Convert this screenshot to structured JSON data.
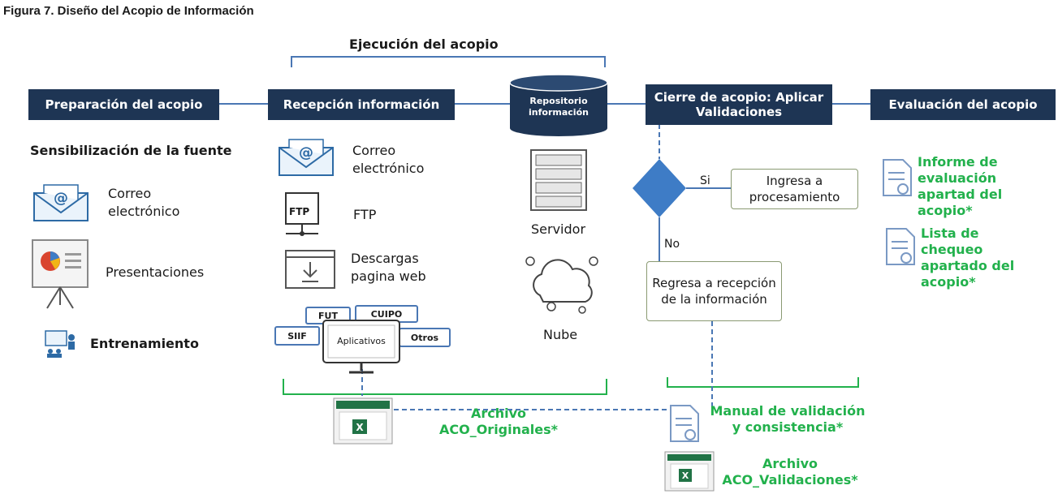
{
  "figure_title": "Figura 7. Diseño del Acopio de Información",
  "execution_label": "Ejecución del acopio",
  "stages": {
    "preparation": "Preparación del acopio",
    "reception": "Recepción información",
    "repository": "Repositorio información",
    "closing": "Cierre de acopio: Aplicar Validaciones",
    "evaluation": "Evaluación del acopio"
  },
  "preparation": {
    "heading": "Sensibilización de la fuente",
    "email": "Correo electrónico",
    "presentations": "Presentaciones",
    "training": "Entrenamiento"
  },
  "reception": {
    "email": "Correo electrónico",
    "ftp": "FTP",
    "ftp_icon_text": "FTP",
    "downloads": "Descargas pagina web",
    "apps": "Aplicativos",
    "tags": [
      "FUT",
      "CUIPO",
      "SIIF",
      "Otros"
    ],
    "output": "Archivo ACO_Originales*"
  },
  "repository": {
    "server": "Servidor",
    "cloud": "Nube"
  },
  "closing": {
    "yes": "Si",
    "no": "No",
    "yes_result": "Ingresa a procesamiento",
    "no_result": "Regresa a recepción de la información",
    "manual": "Manual de validación y consistencia*",
    "output": "Archivo ACO_Validaciones*"
  },
  "evaluation": {
    "report": "Informe de evaluación apartad del acopio*",
    "checklist": "Lista de chequeo apartado del acopio*"
  },
  "colors": {
    "header": "#1e3554",
    "connector": "#4a77b4",
    "green": "#22b14c",
    "diamond": "#3e7cc6"
  }
}
